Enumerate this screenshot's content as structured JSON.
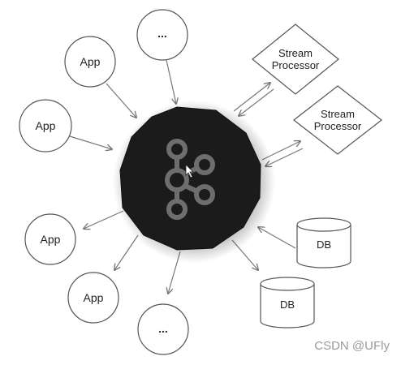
{
  "nodes": {
    "app_upper_1": "App",
    "app_upper_2": "App",
    "more_top": "...",
    "app_lower_1": "App",
    "app_lower_2": "App",
    "more_bottom": "...",
    "stream_processor_1": [
      "Stream",
      "Processor"
    ],
    "stream_processor_2": [
      "Stream",
      "Processor"
    ],
    "db_1": "DB",
    "db_2": "DB"
  },
  "hub": {
    "icon": "kafka-logo-icon",
    "fill_color": "#1b1b1b",
    "icon_color": "#6e6e6e"
  },
  "watermark": "CSDN @UFly"
}
